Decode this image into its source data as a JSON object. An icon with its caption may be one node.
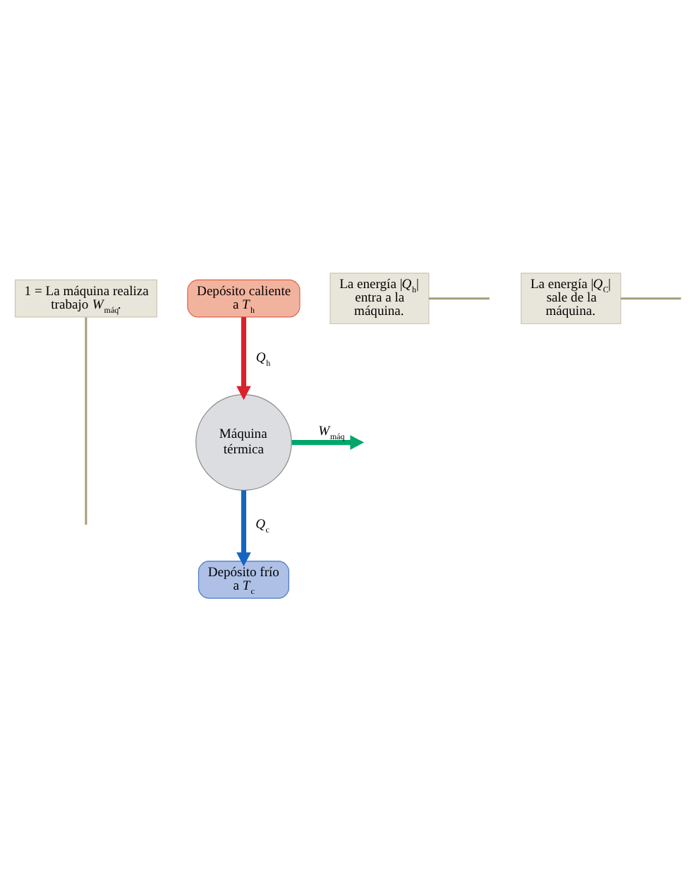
{
  "diagram": {
    "nodes": [
      {
        "text": [
          "1 = La máquina realiza trabajo *W*$_{máq}$."
        ]
      },
      {
        "text": [
          "Depósito caliente a *T*$_{h}$"
        ]
      },
      {
        "text": [
          "La energía |*Q*$_{h}$| entra a la máquina."
        ]
      },
      {
        "text": [
          "Máquina térmica"
        ]
      },
      {
        "text": [
          "La energía |*Q*$_{C}$| sale de la máquina."
        ]
      },
      {
        "text": [
          "Depósito frío a *T*$_{c}$"
        ]
      }
    ],
    "edges": [
      {
        "from": 1,
        "to": 3,
        "arrow": "to",
        "label": "*Q*$_{h}$",
        "style": "thick",
        "color": "#d9222a"
      },
      {
        "from": 3,
        "to": 5,
        "arrow": "to",
        "label": "*Q*$_{c}$",
        "style": "thick",
        "color": "#1565c0"
      },
      {
        "from": 3,
        "to": null,
        "arrow": "to",
        "label": "*W*$_{máq}$",
        "style": "thick",
        "color": "#00a66a"
      },
      {
        "from": 0,
        "to": null,
        "arrow": "none"
      },
      {
        "from": 2,
        "to": null,
        "arrow": "none"
      },
      {
        "from": 4,
        "to": null,
        "arrow": "none"
      }
    ]
  }
}
